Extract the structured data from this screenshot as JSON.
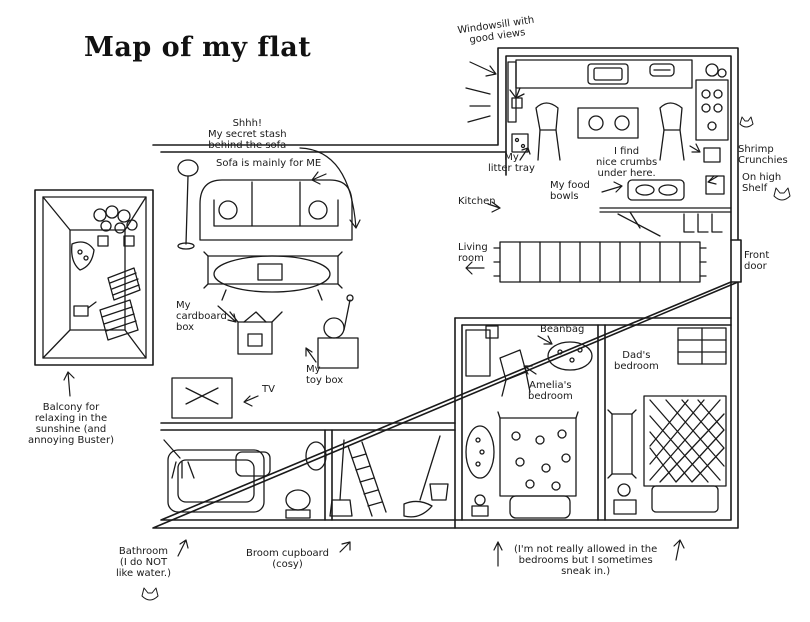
{
  "title": "Map of my flat",
  "labels": {
    "windowsill": [
      "Windowsill with",
      "good views"
    ],
    "stash": [
      "Shhh!",
      "My secret stash",
      "behind the sofa"
    ],
    "sofa": [
      "Sofa is mainly for ME"
    ],
    "shrimp": [
      "Shrimp",
      "Crunchies"
    ],
    "high_shelf": [
      "On high",
      "Shelf"
    ],
    "litter": [
      "My",
      "litter tray"
    ],
    "crumbs": [
      "I find",
      "nice crumbs",
      "under here."
    ],
    "food": [
      "My food",
      "bowls"
    ],
    "kitchen": [
      "Kitchen"
    ],
    "living": [
      "Living",
      "room"
    ],
    "front_door": [
      "Front",
      "door"
    ],
    "cardboard": [
      "My",
      "cardboard",
      "box"
    ],
    "toybox": [
      "My",
      "toy box"
    ],
    "tv": [
      "TV"
    ],
    "beanbag": [
      "Beanbag"
    ],
    "amelia": [
      "Amelia's",
      "bedroom"
    ],
    "dad": [
      "Dad's",
      "bedroom"
    ],
    "balcony": [
      "Balcony for",
      "relaxing in the",
      "sunshine (and",
      "annoying Buster)"
    ],
    "bathroom": [
      "Bathroom",
      "(I do NOT",
      "like water.)"
    ],
    "broom": [
      "Broom cupboard",
      "(cosy)"
    ],
    "bedrooms_note": [
      "(I'm not really allowed in the",
      "bedrooms but I sometimes",
      "sneak in.)"
    ]
  },
  "icons": [
    "cat-face-icon",
    "arrow-icon",
    "sofa-icon",
    "lamp-icon",
    "rug-icon",
    "bath-icon",
    "toilet-icon",
    "bed-icon",
    "chair-icon",
    "plant-icon",
    "deckchair-icon",
    "broom-icon",
    "mop-icon",
    "box-icon",
    "tv-icon",
    "bowl-icon",
    "boots-icon",
    "stove-icon",
    "sink-icon"
  ],
  "colors": {
    "ink": "#1a1a1a",
    "paper": "#ffffff"
  }
}
